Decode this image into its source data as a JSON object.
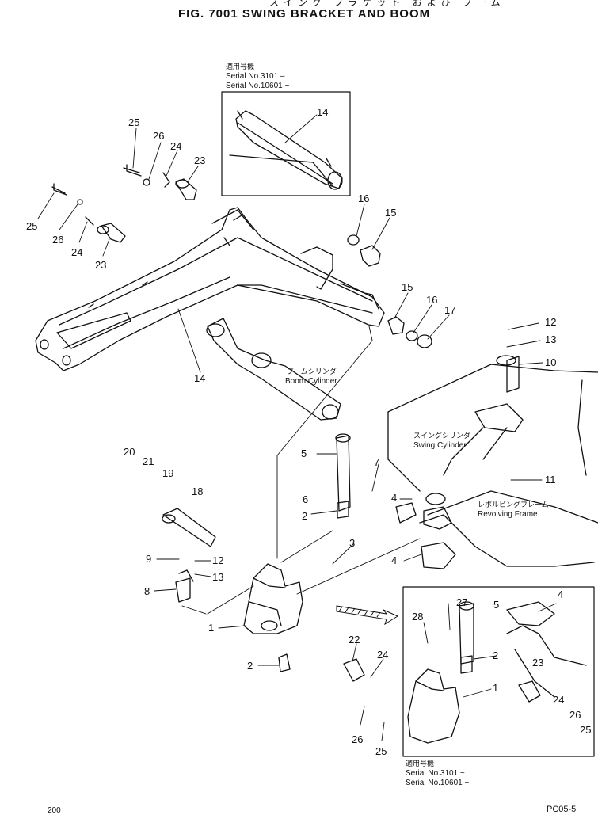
{
  "header": {
    "japanese_title": "スイング ブラケット および ブーム",
    "figure_title": "FIG. 7001  SWING BRACKET AND BOOM"
  },
  "inset_top": {
    "jp_label": "適用号機",
    "serial_1": "Serial No.3101 –",
    "serial_2": "Serial No.10601 ~"
  },
  "inset_bottom": {
    "jp_label": "適用号機",
    "serial_1": "Serial No.3101 ~",
    "serial_2": "Serial No.10601 ~"
  },
  "annotations": {
    "boom_cylinder_jp": "ブームシリンダ",
    "boom_cylinder_en": "Boom  Cylinder",
    "swing_cylinder_jp": "スイングシリンダ",
    "swing_cylinder_en": "Swing  Cylinder",
    "revolving_frame_jp": "レボルビングフレーム",
    "revolving_frame_en": "Revolving  Frame"
  },
  "callouts": {
    "boom_group": [
      "25",
      "26",
      "24",
      "23",
      "25",
      "26",
      "24",
      "23",
      "14",
      "16",
      "15",
      "15",
      "16",
      "17",
      "14"
    ],
    "swing_group": [
      "12",
      "13",
      "10",
      "11",
      "20",
      "21",
      "19",
      "18",
      "5",
      "6",
      "7",
      "4",
      "2",
      "4",
      "3",
      "9",
      "12",
      "13",
      "8",
      "1",
      "22",
      "24",
      "2",
      "26",
      "25"
    ],
    "inset_bottom_group": [
      "27",
      "28",
      "5",
      "4",
      "2",
      "1",
      "23",
      "24",
      "26",
      "25"
    ]
  },
  "footer": {
    "page_number": "200",
    "page_code": "PC05-5"
  }
}
